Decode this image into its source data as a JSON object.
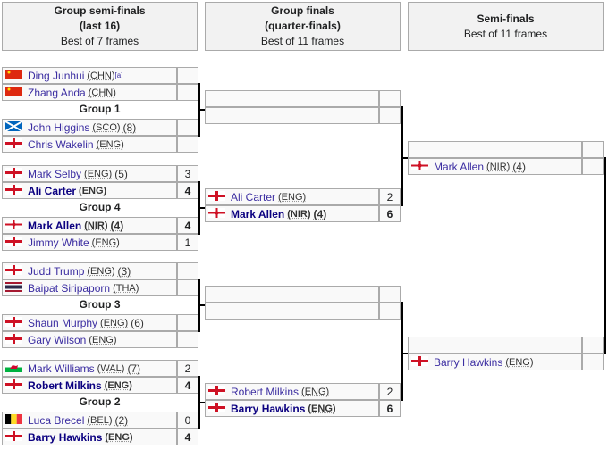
{
  "headers": [
    {
      "line1": "Group semi-finals",
      "line2": "(last 16)",
      "line3": "Best of 7 frames"
    },
    {
      "line1": "Group finals",
      "line2": "(quarter-finals)",
      "line3": "Best of 11 frames"
    },
    {
      "line1": "Semi-finals",
      "line2": "",
      "line3": "Best of 11 frames"
    }
  ],
  "groups": [
    {
      "label": "Group 1",
      "players": [
        {
          "name": "Ding Junhui",
          "country": "CHN",
          "seed": "",
          "note": "[a]",
          "score": "",
          "flag": "CHN",
          "winner": false
        },
        {
          "name": "Zhang Anda",
          "country": "CHN",
          "seed": "",
          "note": "",
          "score": "",
          "flag": "CHN",
          "winner": false
        },
        {
          "name": "John Higgins",
          "country": "SCO",
          "seed": "(8)",
          "note": "",
          "score": "",
          "flag": "SCO",
          "winner": false
        },
        {
          "name": "Chris Wakelin",
          "country": "ENG",
          "seed": "",
          "note": "",
          "score": "",
          "flag": "ENG",
          "winner": false
        }
      ]
    },
    {
      "label": "Group 4",
      "players": [
        {
          "name": "Mark Selby",
          "country": "ENG",
          "seed": "(5)",
          "note": "",
          "score": "3",
          "flag": "ENG",
          "winner": false
        },
        {
          "name": "Ali Carter",
          "country": "ENG",
          "seed": "",
          "note": "",
          "score": "4",
          "flag": "ENG",
          "winner": true
        },
        {
          "name": "Mark Allen",
          "country": "NIR",
          "seed": "(4)",
          "note": "",
          "score": "4",
          "flag": "NIR",
          "winner": true
        },
        {
          "name": "Jimmy White",
          "country": "ENG",
          "seed": "",
          "note": "",
          "score": "1",
          "flag": "ENG",
          "winner": false
        }
      ]
    },
    {
      "label": "Group 3",
      "players": [
        {
          "name": "Judd Trump",
          "country": "ENG",
          "seed": "(3)",
          "note": "",
          "score": "",
          "flag": "ENG",
          "winner": false
        },
        {
          "name": "Baipat Siripaporn",
          "country": "THA",
          "seed": "",
          "note": "",
          "score": "",
          "flag": "THA",
          "winner": false
        },
        {
          "name": "Shaun Murphy",
          "country": "ENG",
          "seed": "(6)",
          "note": "",
          "score": "",
          "flag": "ENG",
          "winner": false
        },
        {
          "name": "Gary Wilson",
          "country": "ENG",
          "seed": "",
          "note": "",
          "score": "",
          "flag": "ENG",
          "winner": false
        }
      ]
    },
    {
      "label": "Group 2",
      "players": [
        {
          "name": "Mark Williams",
          "country": "WAL",
          "seed": "(7)",
          "note": "",
          "score": "2",
          "flag": "WAL",
          "winner": false
        },
        {
          "name": "Robert Milkins",
          "country": "ENG",
          "seed": "",
          "note": "",
          "score": "4",
          "flag": "ENG",
          "winner": true
        },
        {
          "name": "Luca Brecel",
          "country": "BEL",
          "seed": "(2)",
          "note": "",
          "score": "0",
          "flag": "BEL",
          "winner": false
        },
        {
          "name": "Barry Hawkins",
          "country": "ENG",
          "seed": "",
          "note": "",
          "score": "4",
          "flag": "ENG",
          "winner": true
        }
      ]
    }
  ],
  "quarter_finals": [
    [
      {
        "name": "",
        "country": "",
        "seed": "",
        "score": "",
        "flag": "",
        "winner": false
      },
      {
        "name": "",
        "country": "",
        "seed": "",
        "score": "",
        "flag": "",
        "winner": false
      }
    ],
    [
      {
        "name": "Ali Carter",
        "country": "ENG",
        "seed": "",
        "score": "2",
        "flag": "ENG",
        "winner": false
      },
      {
        "name": "Mark Allen",
        "country": "NIR",
        "seed": "(4)",
        "score": "6",
        "flag": "NIR",
        "winner": true
      }
    ],
    [
      {
        "name": "",
        "country": "",
        "seed": "",
        "score": "",
        "flag": "",
        "winner": false
      },
      {
        "name": "",
        "country": "",
        "seed": "",
        "score": "",
        "flag": "",
        "winner": false
      }
    ],
    [
      {
        "name": "Robert Milkins",
        "country": "ENG",
        "seed": "",
        "score": "2",
        "flag": "ENG",
        "winner": false
      },
      {
        "name": "Barry Hawkins",
        "country": "ENG",
        "seed": "",
        "score": "6",
        "flag": "ENG",
        "winner": true
      }
    ]
  ],
  "semi_finals": [
    [
      {
        "name": "",
        "country": "",
        "seed": "",
        "score": "",
        "flag": "",
        "winner": false
      },
      {
        "name": "Mark Allen",
        "country": "NIR",
        "seed": "(4)",
        "score": "",
        "flag": "NIR",
        "winner": false
      }
    ],
    [
      {
        "name": "",
        "country": "",
        "seed": "",
        "score": "",
        "flag": "",
        "winner": false
      },
      {
        "name": "Barry Hawkins",
        "country": "ENG",
        "seed": "",
        "score": "",
        "flag": "ENG",
        "winner": false
      }
    ]
  ]
}
